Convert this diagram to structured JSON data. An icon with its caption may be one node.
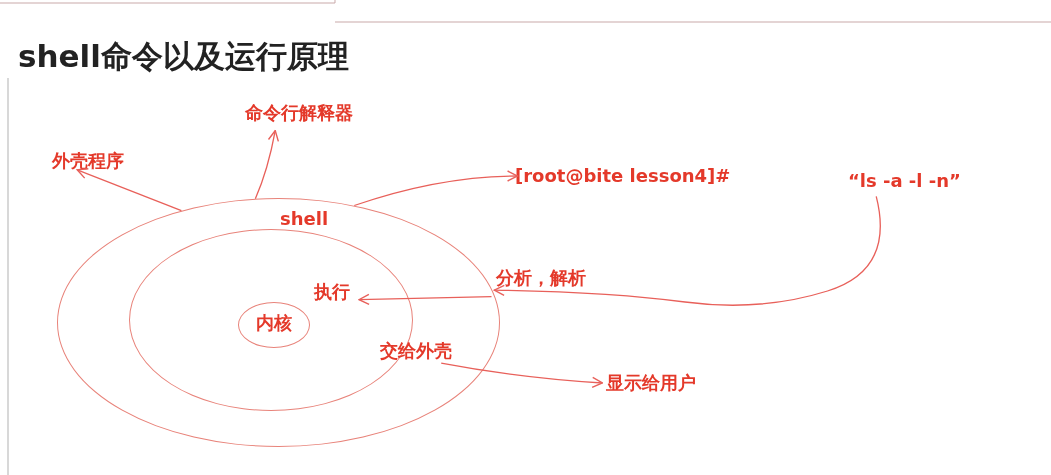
{
  "diagram": {
    "title": "shell命令以及运行原理",
    "nodes": [
      {
        "text": [],
        "shape": "circle"
      },
      {
        "text": [],
        "shape": "circle",
        "in": 0
      },
      {
        "text": [
          "内核"
        ],
        "in": 1
      },
      {
        "text": [
          "shell"
        ],
        "in": 0
      },
      {
        "text": [
          "外壳程序"
        ]
      },
      {
        "text": [
          "命令行解释器"
        ]
      },
      {
        "text": [
          "[root@bite lesson4]#"
        ]
      },
      {
        "text": [
          "“ls -a -l -n”"
        ]
      },
      {
        "text": [
          "分析，解析"
        ]
      },
      {
        "text": [
          "执行"
        ],
        "in": 1
      },
      {
        "text": [
          "交给外壳"
        ],
        "in": 0
      },
      {
        "text": [
          "显示给用户"
        ]
      }
    ],
    "edges": [
      {
        "from": 0,
        "to": 4,
        "arrow": "to"
      },
      {
        "from": 0,
        "to": 5,
        "arrow": "to"
      },
      {
        "from": 0,
        "to": 6,
        "arrow": "to"
      },
      {
        "from": 7,
        "to": 8,
        "arrow": "to"
      },
      {
        "from": 8,
        "to": 9,
        "arrow": "to"
      },
      {
        "from": 10,
        "to": 11,
        "arrow": "to"
      }
    ]
  }
}
